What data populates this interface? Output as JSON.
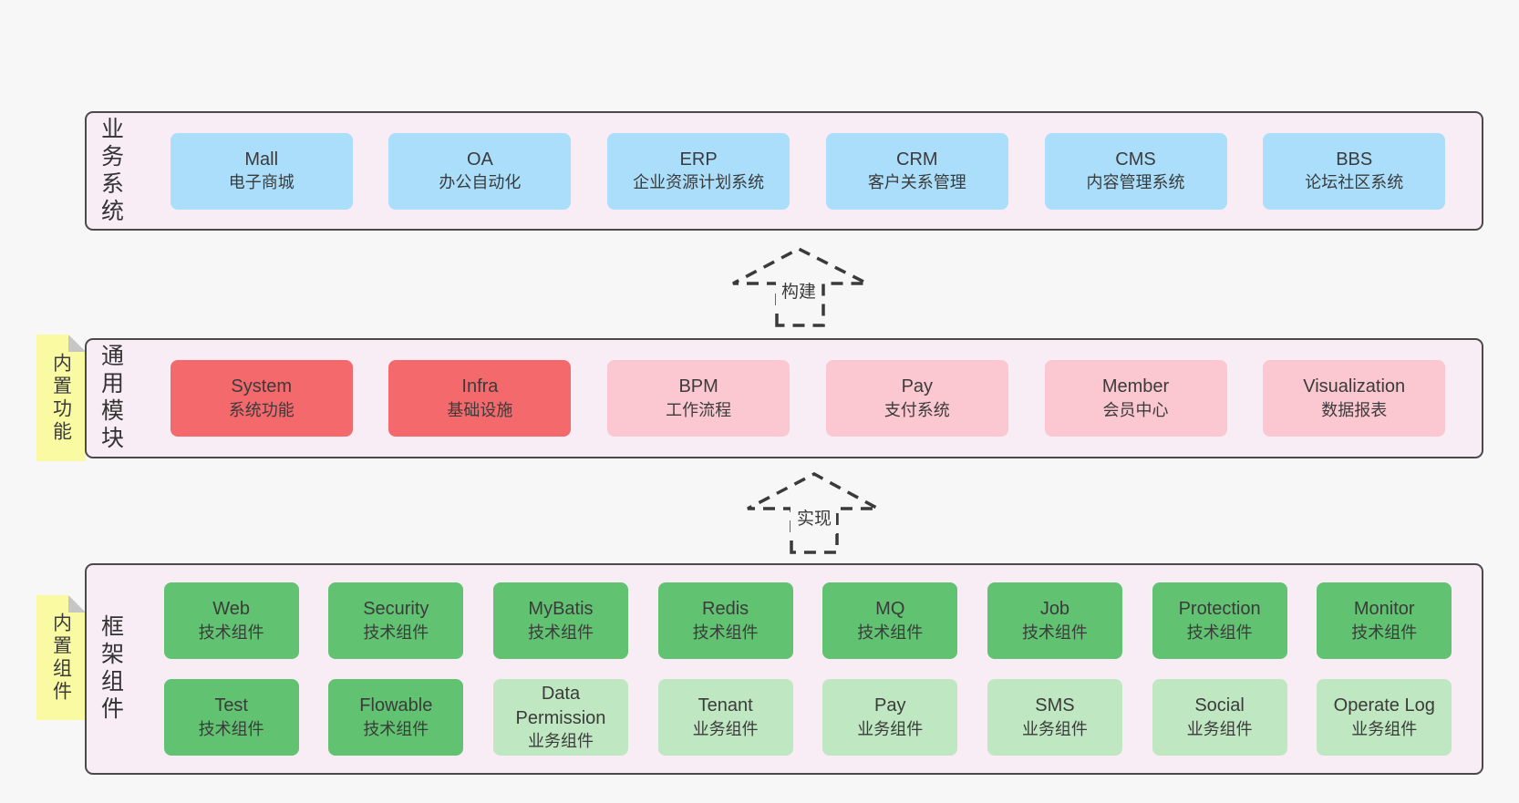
{
  "palette": {
    "page_bg": "#f7f7f7",
    "band_bg": "#f8ecf5",
    "band_border": "#4a4a4a",
    "blue_box": "#abdefa",
    "red_box": "#f4696c",
    "pink_box": "#fbc8d1",
    "green_box": "#61c271",
    "light_green_box": "#bfe7c1",
    "sticky_note": "#fafaa3",
    "note_fold": "#c6c6c6",
    "text": "#3b3b3b"
  },
  "bands": [
    {
      "label": "业务系统",
      "rows": [
        [
          {
            "title": "Mall",
            "subtitle": "电子商城",
            "type": "blue"
          },
          {
            "title": "OA",
            "subtitle": "办公自动化",
            "type": "blue"
          },
          {
            "title": "ERP",
            "subtitle": "企业资源计划系统",
            "type": "blue"
          },
          {
            "title": "CRM",
            "subtitle": "客户关系管理",
            "type": "blue"
          },
          {
            "title": "CMS",
            "subtitle": "内容管理系统",
            "type": "blue"
          },
          {
            "title": "BBS",
            "subtitle": "论坛社区系统",
            "type": "blue"
          }
        ]
      ]
    },
    {
      "label": "通用模块",
      "note": "内置功能",
      "rows": [
        [
          {
            "title": "System",
            "subtitle": "系统功能",
            "type": "red"
          },
          {
            "title": "Infra",
            "subtitle": "基础设施",
            "type": "red"
          },
          {
            "title": "BPM",
            "subtitle": "工作流程",
            "type": "pink"
          },
          {
            "title": "Pay",
            "subtitle": "支付系统",
            "type": "pink"
          },
          {
            "title": "Member",
            "subtitle": "会员中心",
            "type": "pink"
          },
          {
            "title": "Visualization",
            "subtitle": "数据报表",
            "type": "pink"
          }
        ]
      ]
    },
    {
      "label": "框架组件",
      "note": "内置组件",
      "rows": [
        [
          {
            "title": "Web",
            "subtitle": "技术组件",
            "type": "green"
          },
          {
            "title": "Security",
            "subtitle": "技术组件",
            "type": "green"
          },
          {
            "title": "MyBatis",
            "subtitle": "技术组件",
            "type": "green"
          },
          {
            "title": "Redis",
            "subtitle": "技术组件",
            "type": "green"
          },
          {
            "title": "MQ",
            "subtitle": "技术组件",
            "type": "green"
          },
          {
            "title": "Job",
            "subtitle": "技术组件",
            "type": "green"
          },
          {
            "title": "Protection",
            "subtitle": "技术组件",
            "type": "green"
          },
          {
            "title": "Monitor",
            "subtitle": "技术组件",
            "type": "green"
          }
        ],
        [
          {
            "title": "Test",
            "subtitle": "技术组件",
            "type": "green"
          },
          {
            "title": "Flowable",
            "subtitle": "技术组件",
            "type": "green"
          },
          {
            "title": "Data Permission",
            "subtitle": "业务组件",
            "type": "green-light"
          },
          {
            "title": "Tenant",
            "subtitle": "业务组件",
            "type": "green-light"
          },
          {
            "title": "Pay",
            "subtitle": "业务组件",
            "type": "green-light"
          },
          {
            "title": "SMS",
            "subtitle": "业务组件",
            "type": "green-light"
          },
          {
            "title": "Social",
            "subtitle": "业务组件",
            "type": "green-light"
          },
          {
            "title": "Operate Log",
            "subtitle": "业务组件",
            "type": "green-light"
          }
        ]
      ]
    }
  ],
  "arrows": [
    {
      "label": "构建"
    },
    {
      "label": "实现"
    }
  ]
}
